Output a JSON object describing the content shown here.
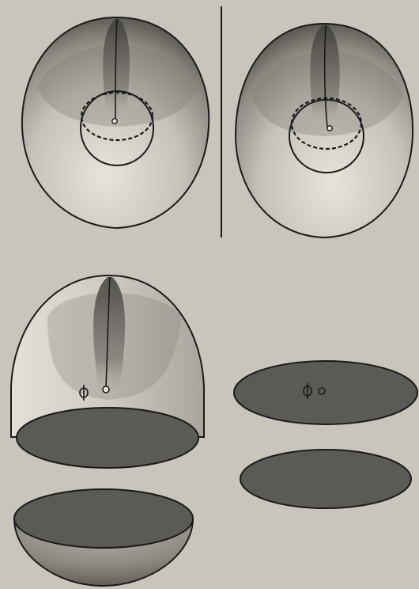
{
  "figure": {
    "labels": {
      "phi_symbol": "Φ",
      "small_circle_symbol": "o",
      "right_disc_label": "Φo"
    },
    "colors": {
      "paper": "#c9c5bc",
      "ink": "#1a1a1a",
      "shell_light": "#e6e2da",
      "shell_mid": "#a8a49c",
      "shell_dark": "#5e5b56",
      "cut_face": "#5c5a57"
    }
  }
}
